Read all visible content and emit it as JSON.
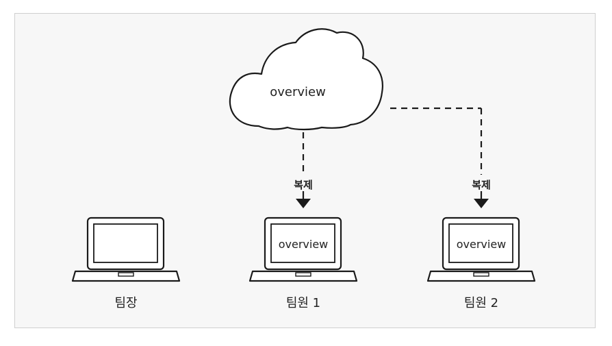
{
  "cloud": {
    "label": "overview"
  },
  "arrows": [
    {
      "label": "복제"
    },
    {
      "label": "복제"
    }
  ],
  "devices": [
    {
      "caption": "팀장",
      "screen_text": ""
    },
    {
      "caption": "팀원 1",
      "screen_text": "overview"
    },
    {
      "caption": "팀원 2",
      "screen_text": "overview"
    }
  ],
  "colors": {
    "background": "#f7f7f7",
    "stroke": "#1a1a1a",
    "text": "#222222"
  }
}
